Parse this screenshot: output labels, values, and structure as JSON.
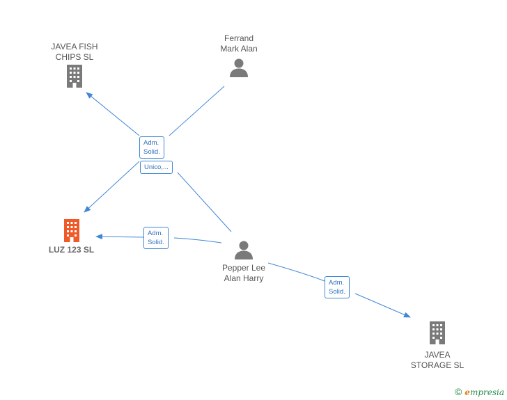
{
  "nodes": {
    "javea_fish": {
      "label": "JAVEA FISH\nCHIPS  SL",
      "icon": "building-icon",
      "color": "#7a7a7a"
    },
    "ferrand": {
      "label": "Ferrand\nMark Alan",
      "icon": "person-icon",
      "color": "#7a7a7a"
    },
    "luz": {
      "label": "LUZ 123  SL",
      "icon": "building-icon",
      "color": "#f05a28"
    },
    "pepper": {
      "label": "Pepper Lee\nAlan Harry",
      "icon": "person-icon",
      "color": "#7a7a7a"
    },
    "storage": {
      "label": "JAVEA\nSTORAGE  SL",
      "icon": "building-icon",
      "color": "#7a7a7a"
    }
  },
  "edge_labels": {
    "ferrand_a": "Adm.\nSolid.",
    "ferrand_b": "Unico,...",
    "pepper_luz": "Adm.\nSolid.",
    "pepper_storage": "Adm.\nSolid."
  },
  "edge_color": "#3f86d6",
  "brand": {
    "copyright": "©",
    "initial": "e",
    "rest": "mpresia"
  }
}
